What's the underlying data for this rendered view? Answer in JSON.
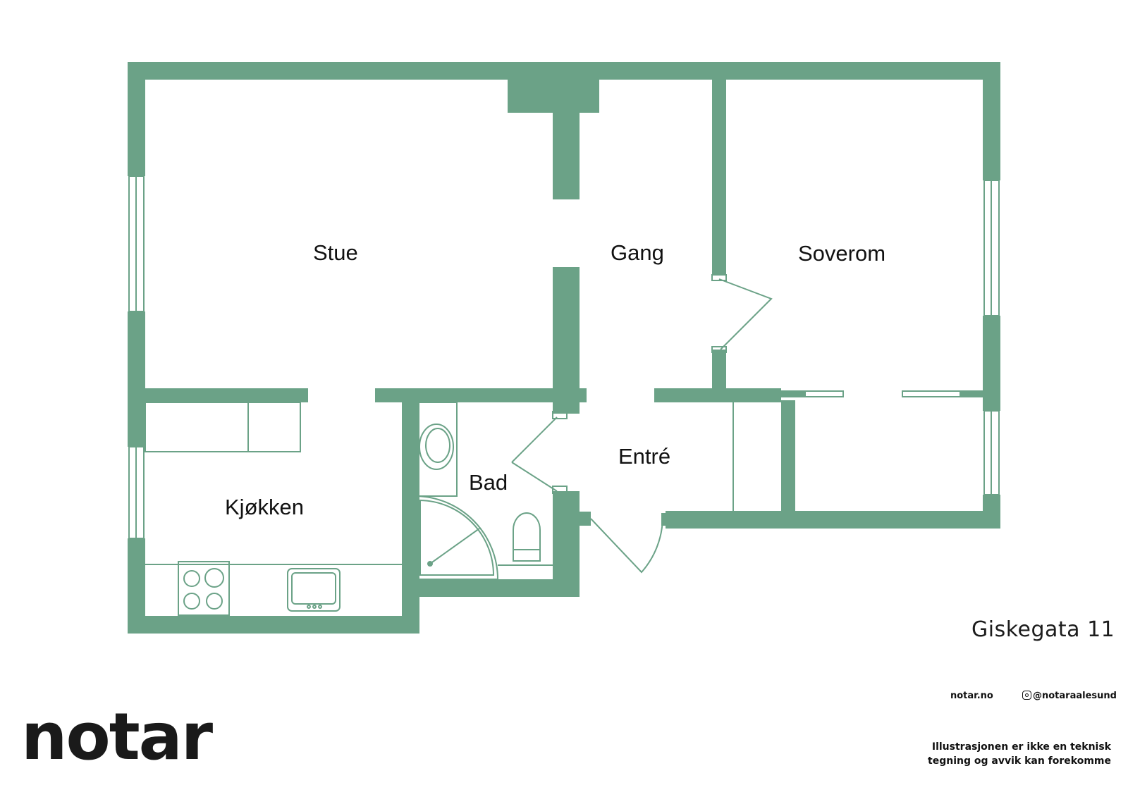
{
  "colors": {
    "wall": "#6ba287",
    "fixture_line": "#6ba287",
    "text": "#111111",
    "background": "#ffffff"
  },
  "rooms": {
    "stue": "Stue",
    "gang": "Gang",
    "soverom": "Soverom",
    "entre": "Entré",
    "bad": "Bad",
    "kjokken": "Kjøkken"
  },
  "address": "Giskegata 11",
  "contact": {
    "website": "notar.no",
    "instagram": "@notaraalesund",
    "instagram_icon": "instagram-icon"
  },
  "disclaimer": {
    "line1": "Illustrasjonen er ikke en teknisk",
    "line2": "tegning og avvik kan forekomme"
  },
  "logo": "notar"
}
